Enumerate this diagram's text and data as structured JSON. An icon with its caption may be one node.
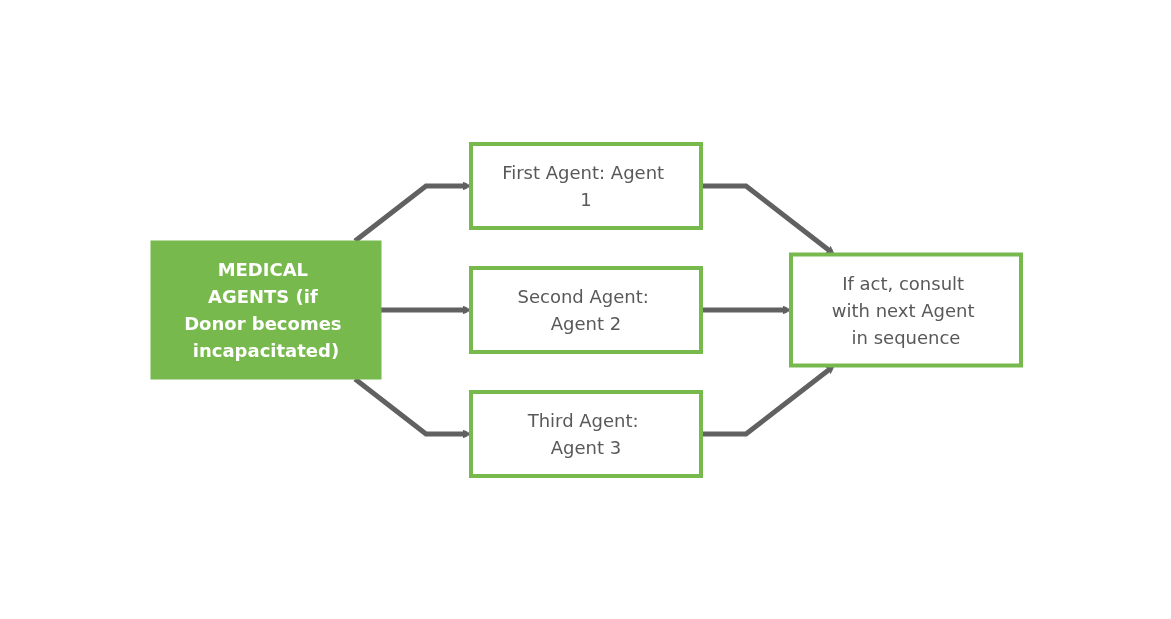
{
  "diagram": {
    "nodes": [
      {
        "text": [
          "MEDICAL AGENTS (if Donor becomes incapacitated)"
        ]
      },
      {
        "text": [
          "First Agent: Agent 1"
        ]
      },
      {
        "text": [
          "Second Agent: Agent 2"
        ]
      },
      {
        "text": [
          "Third Agent: Agent 3"
        ]
      },
      {
        "text": [
          "If act, consult with next Agent in sequence"
        ]
      }
    ],
    "edges": [
      {
        "from": 0,
        "to": 1,
        "arrow": "to"
      },
      {
        "from": 0,
        "to": 2,
        "arrow": "to"
      },
      {
        "from": 0,
        "to": 3,
        "arrow": "to"
      },
      {
        "from": 1,
        "to": 4,
        "arrow": "to"
      },
      {
        "from": 2,
        "to": 4,
        "arrow": "to"
      },
      {
        "from": 3,
        "to": 4,
        "arrow": "to"
      }
    ]
  }
}
